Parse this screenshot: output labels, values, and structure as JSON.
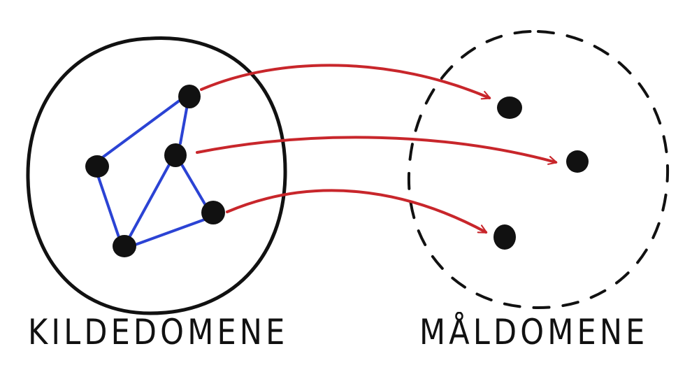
{
  "labels": {
    "source": "KILDEDOMENE",
    "target": "MÅLDOMENE"
  },
  "colors": {
    "ink": "#111111",
    "edge": "#2b43d4",
    "mapping": "#c8262b",
    "background": "#ffffff"
  },
  "source_domain": {
    "boundary": "solid",
    "node_count": 5,
    "edges": [
      [
        "top",
        "middle"
      ],
      [
        "top",
        "left"
      ],
      [
        "left",
        "bottom"
      ],
      [
        "middle",
        "bottom"
      ],
      [
        "middle",
        "lower-right"
      ],
      [
        "lower-right",
        "bottom"
      ]
    ]
  },
  "target_domain": {
    "boundary": "dashed",
    "node_count": 3
  },
  "mappings": [
    {
      "from": "top",
      "to": "target-top"
    },
    {
      "from": "middle",
      "to": "target-middle"
    },
    {
      "from": "lower-right",
      "to": "target-bottom"
    }
  ]
}
